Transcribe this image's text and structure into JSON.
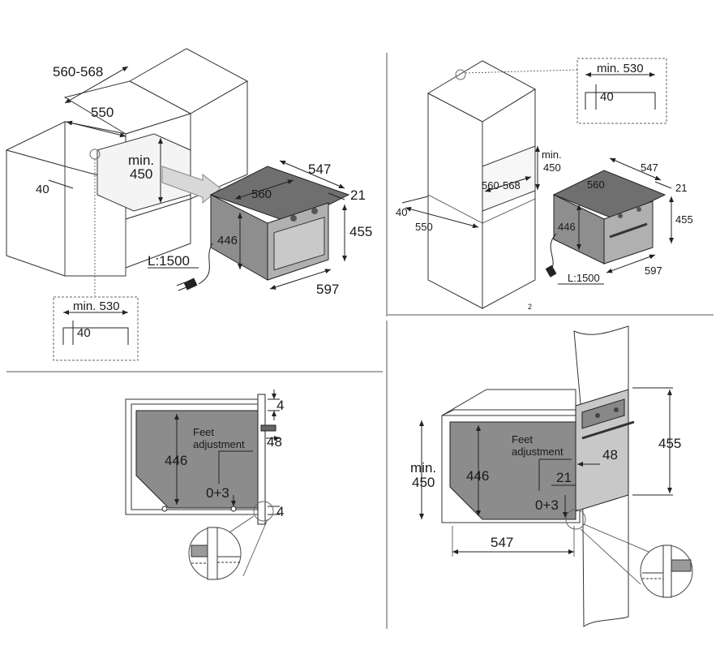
{
  "panel1": {
    "dim_560_568": "560-568",
    "dim_550": "550",
    "dim_min": "min.",
    "dim_450": "450",
    "dim_40": "40",
    "dim_547": "547",
    "dim_560": "560",
    "dim_21": "21",
    "dim_446": "446",
    "dim_455": "455",
    "dim_597": "597",
    "cable": "L:1500",
    "detail_min530": "min. 530",
    "detail_40": "40"
  },
  "panel2": {
    "detail_min530": "min. 530",
    "detail_40": "40",
    "dim_min": "min.",
    "dim_450": "450",
    "dim_560_568": "560-568",
    "dim_40": "40",
    "dim_550": "550",
    "dim_547": "547",
    "dim_560": "560",
    "dim_21": "21",
    "dim_446": "446",
    "dim_455": "455",
    "dim_597": "597",
    "cable": "L:1500",
    "page_mark": "2"
  },
  "panel3": {
    "dim_4_top": "4",
    "dim_48": "48",
    "dim_446": "446",
    "feet_line1": "Feet",
    "feet_line2": "adjustment",
    "dim_0_3": "0+3",
    "dim_4_bottom": "4"
  },
  "panel4": {
    "dim_455": "455",
    "dim_min": "min.",
    "dim_450": "450",
    "dim_446": "446",
    "feet_line1": "Feet",
    "feet_line2": "adjustment",
    "dim_48": "48",
    "dim_21": "21",
    "dim_0_3": "0+3",
    "dim_547": "547"
  }
}
